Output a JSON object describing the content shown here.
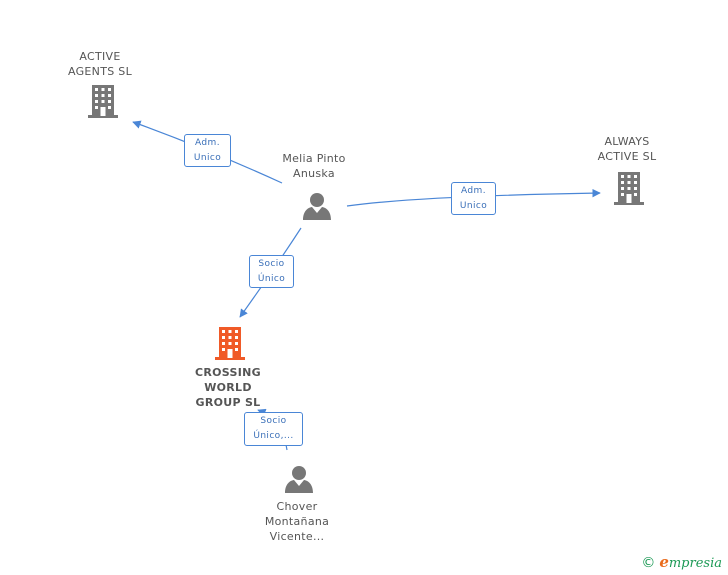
{
  "nodes": {
    "active_agents": {
      "line1": "ACTIVE",
      "line2": "AGENTS SL"
    },
    "always_active": {
      "line1": "ALWAYS",
      "line2": "ACTIVE SL"
    },
    "melia_pinto": {
      "line1": "Melia Pinto",
      "line2": "Anuska"
    },
    "crossing_world": {
      "line1": "CROSSING",
      "line2": "WORLD",
      "line3": "GROUP SL"
    },
    "chover": {
      "line1": "Chover",
      "line2": "Montañana",
      "line3": "Vicente..."
    }
  },
  "edges": {
    "to_active_agents": {
      "line1": "Adm.",
      "line2": "Unico"
    },
    "to_always_active": {
      "line1": "Adm.",
      "line2": "Unico"
    },
    "to_crossing_world": {
      "line1": "Socio",
      "line2": "Único"
    },
    "chover_to_crossing": {
      "line1": "Socio",
      "line2": "Único,..."
    }
  },
  "colors": {
    "company": "#777777",
    "main_company": "#f05a28",
    "person": "#777777",
    "edge": "#4a86d6"
  },
  "brand": {
    "copyright": "©",
    "initial": "e",
    "name": "mpresia"
  }
}
